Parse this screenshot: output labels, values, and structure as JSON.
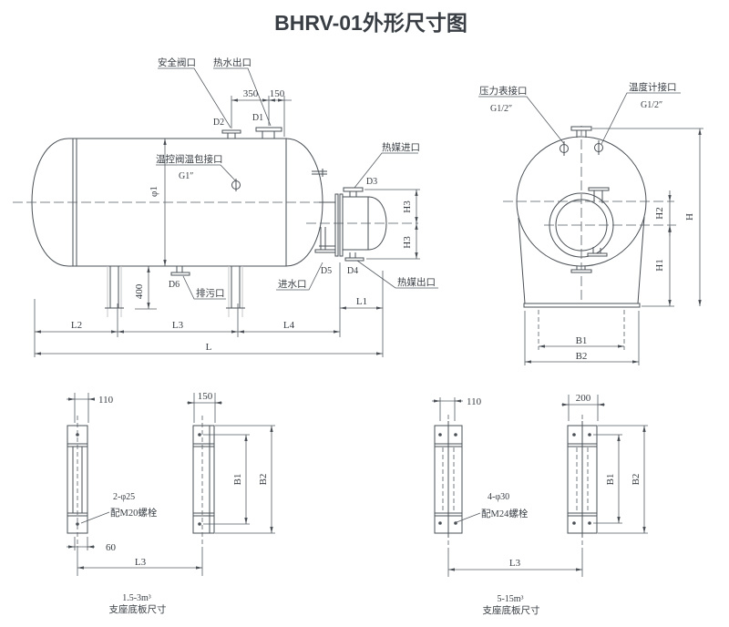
{
  "title": "BHRV-01外形尺寸图",
  "colors": {
    "title": "#1472c2",
    "line": "#4a5056"
  },
  "main": {
    "safety_valve": "安全阀口",
    "hot_water_outlet": "热水出口",
    "d2": "D2",
    "d1": "D1",
    "dim_350": "350",
    "dim_150": "150",
    "temp_port": "温控阀温包接口",
    "temp_port_size": "G1″",
    "dia": "φ1",
    "hm_inlet": "热媒进口",
    "d3": "D3",
    "h3a": "H3",
    "h3b": "H3",
    "water_inlet": "进水口",
    "hm_outlet": "热媒出口",
    "d5": "D5",
    "d4": "D4",
    "drain": "排污口",
    "d6": "D6",
    "dim_400": "400",
    "l1": "L1",
    "l2": "L2",
    "l3": "L3",
    "l4": "L4",
    "l": "L"
  },
  "end": {
    "pressure_port": "压力表接口",
    "pressure_size": "G1/2″",
    "thermo_port": "温度计接口",
    "thermo_size": "G1/2″",
    "h": "H",
    "h1": "H1",
    "h2": "H2",
    "b1": "B1",
    "b2": "B2"
  },
  "small_base": {
    "dim_110": "110",
    "dim_150": "150",
    "dim_60": "60",
    "bolt_qty": "2-φ25",
    "bolt_spec": "配M20螺栓",
    "b1": "B1",
    "b2": "B2",
    "l3": "L3",
    "cap1": "1.5-3m³",
    "cap2": "支座底板尺寸"
  },
  "large_base": {
    "dim_110": "110",
    "dim_200": "200",
    "bolt_qty": "4-φ30",
    "bolt_spec": "配M24螺栓",
    "b1": "B1",
    "b2": "B2",
    "l3": "L3",
    "cap1": "5-15m³",
    "cap2": "支座底板尺寸"
  }
}
